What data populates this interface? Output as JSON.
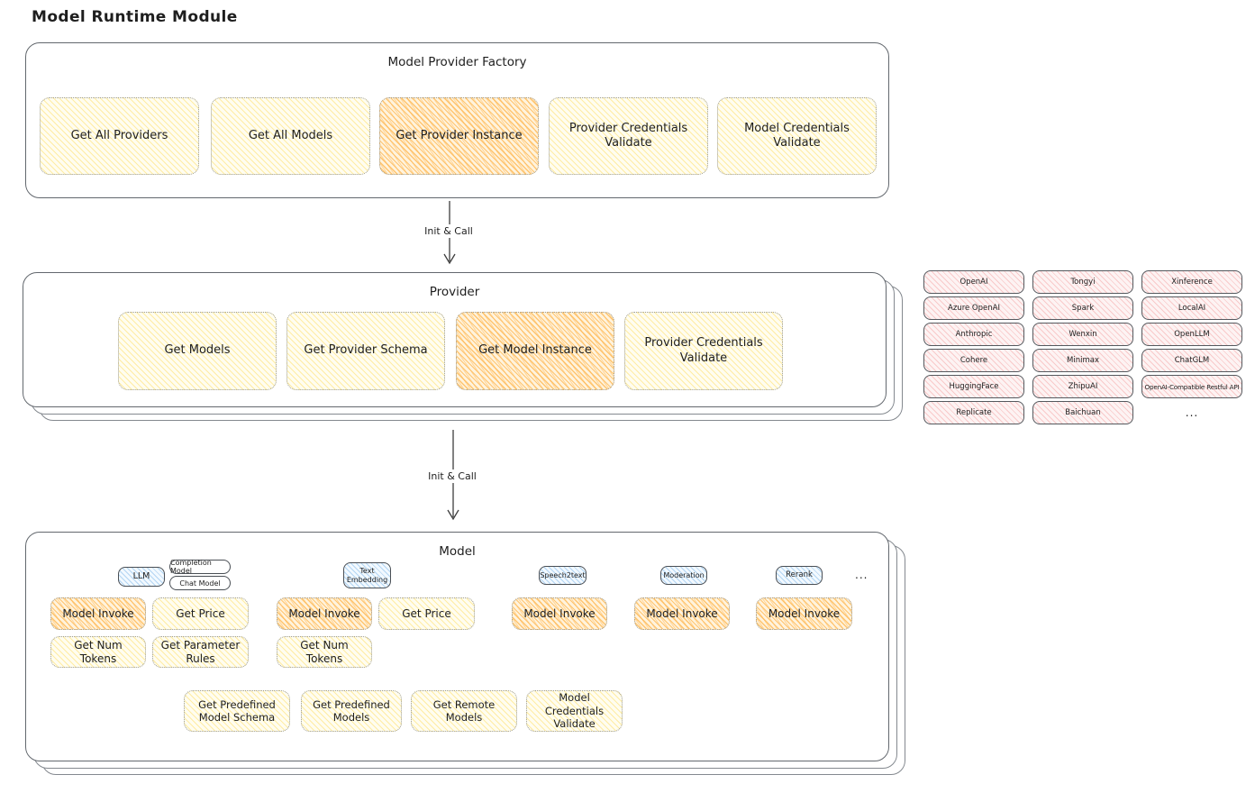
{
  "title": "Model Runtime Module",
  "arrows": {
    "factory_to_provider": "Init & Call",
    "provider_to_model": "Init & Call"
  },
  "factory": {
    "title": "Model Provider Factory",
    "items": [
      {
        "label": "Get All Providers",
        "highlighted": false
      },
      {
        "label": "Get All Models",
        "highlighted": false
      },
      {
        "label": "Get Provider Instance",
        "highlighted": true
      },
      {
        "label": "Provider Credentials Validate",
        "highlighted": false
      },
      {
        "label": "Model Credentials Validate",
        "highlighted": false
      }
    ]
  },
  "provider": {
    "title": "Provider",
    "items": [
      {
        "label": "Get Models",
        "highlighted": false
      },
      {
        "label": "Get Provider Schema",
        "highlighted": false
      },
      {
        "label": "Get Model Instance",
        "highlighted": true
      },
      {
        "label": "Provider Credentials Validate",
        "highlighted": false
      }
    ]
  },
  "providers_grid": {
    "rows": [
      [
        "OpenAI",
        "Tongyi",
        "Xinference"
      ],
      [
        "Azure OpenAI",
        "Spark",
        "LocalAI"
      ],
      [
        "Anthropic",
        "Wenxin",
        "OpenLLM"
      ],
      [
        "Cohere",
        "Minimax",
        "ChatGLM"
      ],
      [
        "HuggingFace",
        "ZhipuAI",
        "OpenAI-Compatible Restful API"
      ],
      [
        "Replicate",
        "Baichuan",
        "..."
      ]
    ]
  },
  "model": {
    "title": "Model",
    "types": {
      "llm": "LLM",
      "completion_model": "Completion Model",
      "chat_model": "Chat Model",
      "text_embedding": "Text Embedding",
      "speech2text": "Speech2text",
      "moderation": "Moderation",
      "rerank": "Rerank",
      "more": "..."
    },
    "ops": {
      "model_invoke": "Model Invoke",
      "get_price": "Get Price",
      "get_num_tokens": "Get Num Tokens",
      "get_parameter_rules": "Get Parameter Rules"
    },
    "bottom_items": [
      "Get Predefined Model Schema",
      "Get Predefined Models",
      "Get Remote Models",
      "Model Credentials Validate"
    ]
  }
}
